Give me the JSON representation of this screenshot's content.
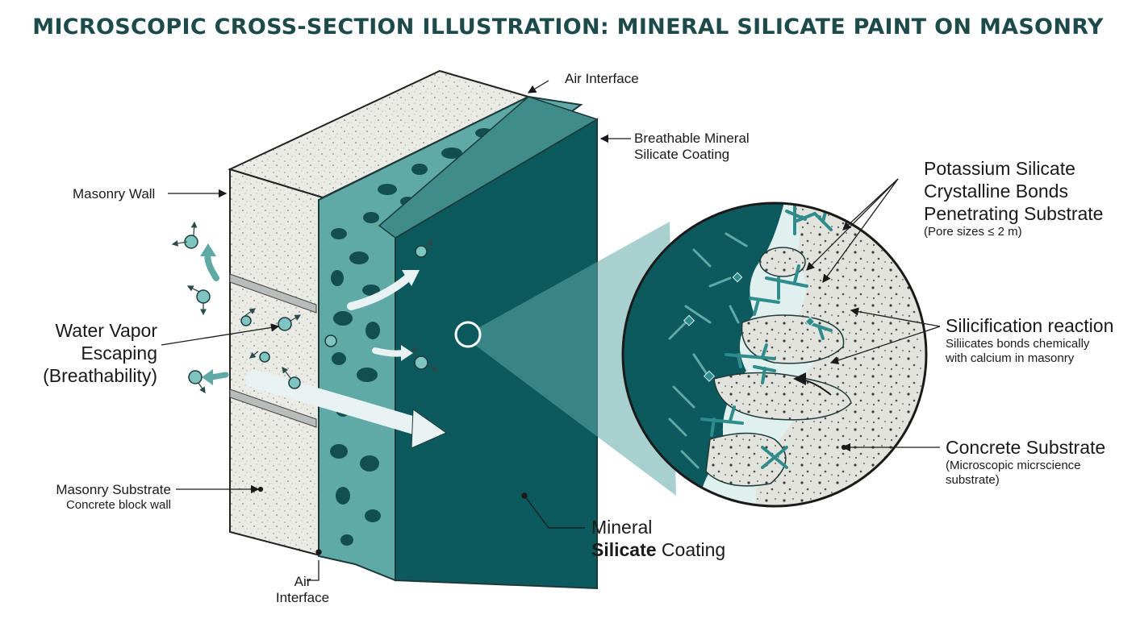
{
  "title": "MICROSCOPIC CROSS-SECTION ILLUSTRATION: MINERAL SILICATE PAINT ON MASONRY",
  "labels": {
    "air_interface_top": "Air Interface",
    "breathable_line1": "Breathable Mineral",
    "breathable_line2": "Silicate Coating",
    "masonry_wall": "Masonry Wall",
    "water_vapor_line1": "Water Vapor",
    "water_vapor_line2": "Escaping",
    "water_vapor_line3": "(Breathability)",
    "masonry_substrate_line1": "Masonry Substrate",
    "masonry_substrate_line2": "Concrete block wall",
    "air_interface_bottom_line1": "Air",
    "air_interface_bottom_line2": "Interface",
    "mineral_coating_line1": "Mineral",
    "mineral_coating_bold": "Silicate",
    "mineral_coating_rest": " Coating",
    "potassium_line1": "Potassium Silicate",
    "potassium_line2": "Crystalline Bonds",
    "potassium_line3": "Penetrating Substrate",
    "potassium_note": "(Pore sizes ≤ 2 m)",
    "silicification_title": "Silicification reaction",
    "silicification_line1": "Siliicates bonds chemically",
    "silicification_line2": "with calcium in masonry",
    "concrete_title": "Concrete Substrate",
    "concrete_line1": "(Microscopic micrscience",
    "concrete_line2": "substrate)"
  },
  "colors": {
    "coating_dark": "#0d5a5e",
    "coating_light": "#5fa9a7",
    "pore_dark": "#134f52",
    "masonry": "#ebebe6",
    "title": "#1d4a4a"
  }
}
